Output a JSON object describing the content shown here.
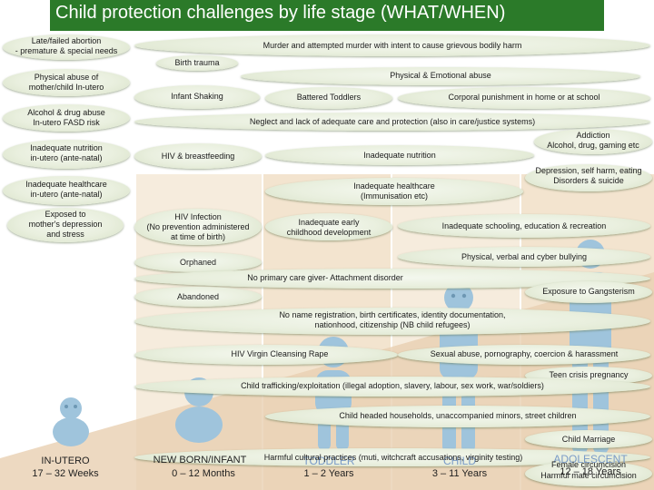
{
  "title": "Child protection challenges by life stage (WHAT/WHEN)",
  "colors": {
    "header": "#2b7a29",
    "pill": "#e9efde",
    "stage_bg": "#f3e6d2",
    "triangle": "#e7c9a9",
    "figure": "#9fc4dc",
    "label_faded": "#7a9bc7"
  },
  "challenges": {
    "abortion": [
      "Late/failed abortion",
      "- premature & special needs"
    ],
    "murder": "Murder and attempted murder with intent to cause grievous bodily harm",
    "birth_trauma": "Birth trauma",
    "physical_abuse_mother": [
      "Physical abuse of",
      "mother/child In-utero"
    ],
    "physical_emotional_abuse": "Physical & Emotional abuse",
    "infant_shaking": "Infant Shaking",
    "battered_toddlers": "Battered Toddlers",
    "corporal_punishment": "Corporal punishment in home or at school",
    "alcohol_drug_abuse": [
      "Alcohol & drug abuse",
      "In-utero FASD risk"
    ],
    "neglect": "Neglect and lack of adequate care and protection (also in care/justice systems)",
    "addiction": [
      "Addiction",
      "Alcohol, drug, gaming etc"
    ],
    "nutrition_in_utero": [
      "Inadequate nutrition",
      "in-utero (ante-natal)"
    ],
    "hiv_breastfeeding": "HIV & breastfeeding",
    "inadequate_nutrition": "Inadequate nutrition",
    "depression_self_harm": [
      "Depression, self harm, eating",
      "Disorders & suicide"
    ],
    "healthcare_in_utero": [
      "Inadequate healthcare",
      "in-utero (ante-natal)"
    ],
    "healthcare_immunisation": [
      "Inadequate healthcare",
      "(Immunisation etc)"
    ],
    "maternal_depression": [
      "Exposed to",
      "mother's depression",
      "and stress"
    ],
    "hiv_infection": [
      "HIV Infection",
      "(No prevention administered",
      "at time of birth)"
    ],
    "early_development": [
      "Inadequate early",
      "childhood development"
    ],
    "schooling": "Inadequate schooling, education & recreation",
    "orphaned": "Orphaned",
    "bullying": "Physical, verbal and cyber bullying",
    "no_caregiver": "No primary care giver- Attachment disorder",
    "gangsterism": "Exposure to Gangsterism",
    "abandoned": "Abandoned",
    "no_registration": [
      "No name registration, birth certificates, identity documentation,",
      "nationhood, citizenship (NB child refugees)"
    ],
    "virgin_cleansing": "HIV Virgin Cleansing Rape",
    "sexual_abuse": "Sexual abuse, pornography, coercion & harassment",
    "teen_pregnancy": "Teen crisis pregnancy",
    "trafficking": "Child trafficking/exploitation (illegal adoption, slavery, labour, sex work, war/soldiers)",
    "child_headed": "Child headed households, unaccompanied minors, street children",
    "child_marriage": "Child Marriage",
    "harmful_practices": "Harmful cultural practices (muti, witchcraft accusations, virginity testing)",
    "female_circumcision": "Female circumcision",
    "male_circumcision": "Harmful male circumcision"
  },
  "stages": [
    {
      "name": "IN-UTERO",
      "age": "17 – 32 Weeks"
    },
    {
      "name": "NEW BORN/INFANT",
      "age": "0 – 12 Months"
    },
    {
      "name": "TODDLER",
      "age": "1 – 2 Years"
    },
    {
      "name": "CHILD",
      "age": "3 – 11 Years"
    },
    {
      "name": "ADOLESCENT",
      "age": "12 – 18 Years"
    }
  ]
}
